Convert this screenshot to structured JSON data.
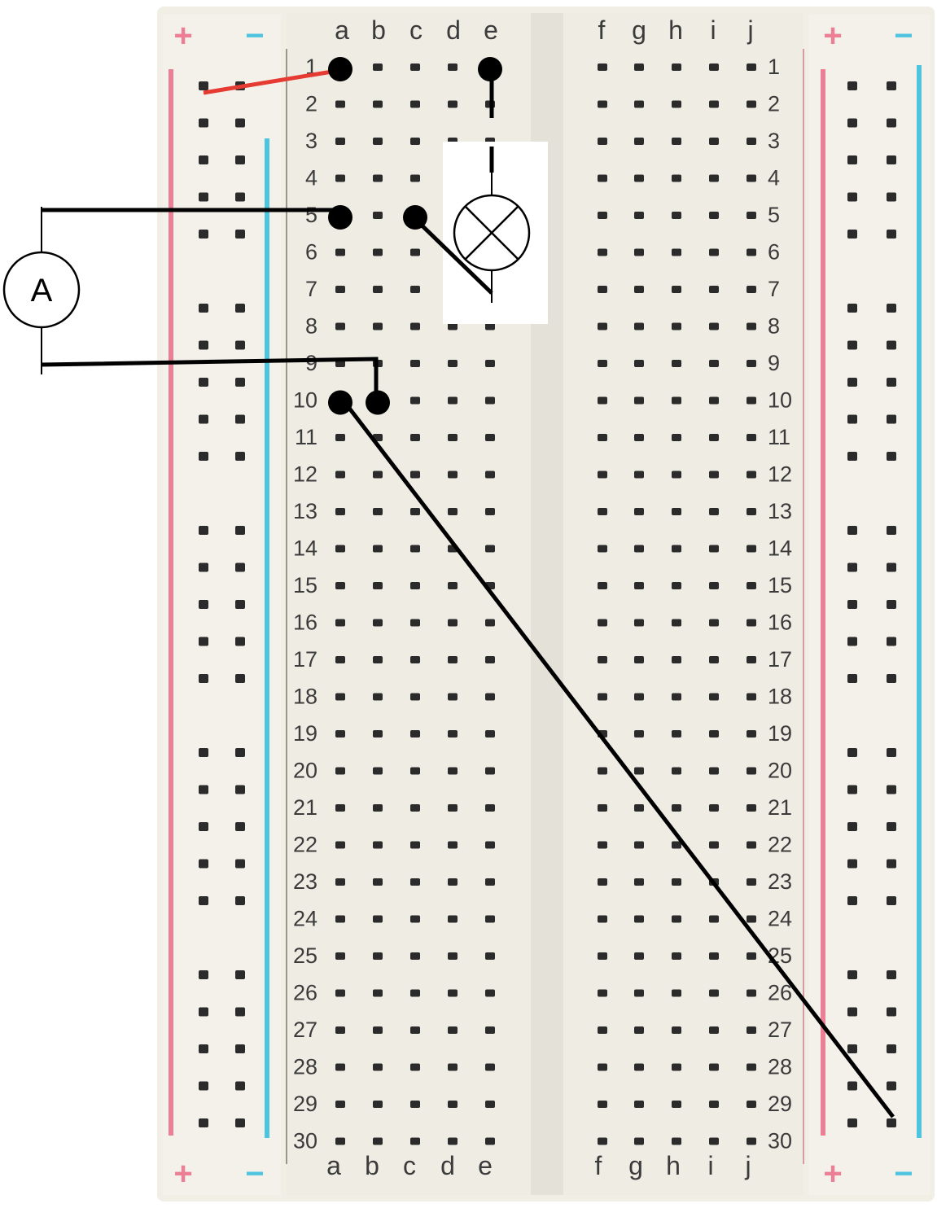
{
  "breadboard": {
    "columns_left": [
      "a",
      "b",
      "c",
      "d",
      "e"
    ],
    "columns_right": [
      "f",
      "g",
      "h",
      "i",
      "j"
    ],
    "row_count": 30,
    "rail_symbols": {
      "plus": "+",
      "minus": "−"
    },
    "colors": {
      "body": "#f1eee6",
      "rail_red": "#ec7e96",
      "rail_blue": "#4fc4de",
      "hole": "#2b2b2b",
      "label": "#3b3b3b"
    }
  },
  "components": {
    "ammeter": {
      "symbol": "A"
    },
    "lamp": {
      "symbol": "lamp-cross-icon"
    }
  },
  "wiring": {
    "colors": {
      "red_wire": "#e63b32",
      "black_wire": "#000000"
    },
    "nodes": [
      {
        "name": "node-a1",
        "col": "a",
        "row": 1
      },
      {
        "name": "node-e1",
        "col": "e",
        "row": 1
      },
      {
        "name": "node-a5",
        "col": "a",
        "row": 5
      },
      {
        "name": "node-c5",
        "col": "c",
        "row": 5
      },
      {
        "name": "node-a10",
        "col": "a",
        "row": 10
      },
      {
        "name": "node-b10",
        "col": "b",
        "row": 10
      }
    ]
  }
}
